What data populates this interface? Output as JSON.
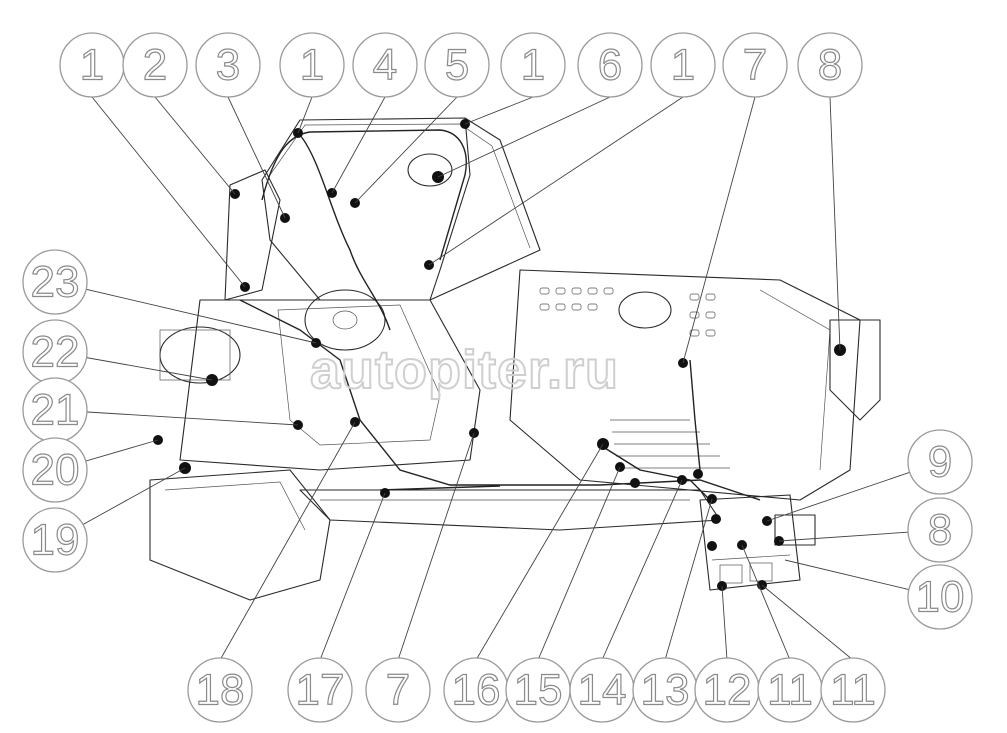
{
  "watermark": "autopiter.ru",
  "callouts_top": [
    "1",
    "2",
    "3",
    "1",
    "4",
    "5",
    "1",
    "6",
    "1",
    "7",
    "8"
  ],
  "callouts_left": [
    "23",
    "22",
    "21",
    "20",
    "19"
  ],
  "callouts_right": [
    "9",
    "8",
    "10"
  ],
  "callouts_bottom": [
    "18",
    "17",
    "7",
    "16",
    "15",
    "14",
    "13",
    "12",
    "11",
    "11"
  ]
}
